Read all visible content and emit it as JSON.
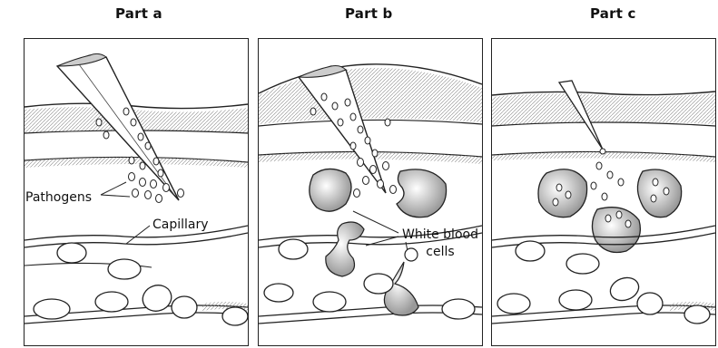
{
  "panels": [
    {
      "title": "Part a"
    },
    {
      "title": "Part b"
    },
    {
      "title": "Part c"
    }
  ],
  "labels": {
    "pathogens": "Pathogens",
    "capillary": "Capillary",
    "wbc_line1": "White blood",
    "wbc_line2": "cells"
  }
}
